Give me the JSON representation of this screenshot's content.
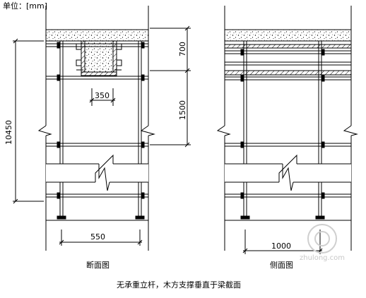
{
  "drawing": {
    "unit_label": "单位：[mm]",
    "dimensions": {
      "total_height": "10450",
      "top_beam_height": "700",
      "step_height": "1500",
      "beam_width": "350",
      "section_pole_spacing": "550",
      "side_pole_spacing": "1000"
    },
    "captions": {
      "section_view": "断面图",
      "side_view": "侧面图",
      "note": "无承重立杆，木方支撑垂直于梁截面"
    },
    "watermark": "zhulong.com"
  }
}
